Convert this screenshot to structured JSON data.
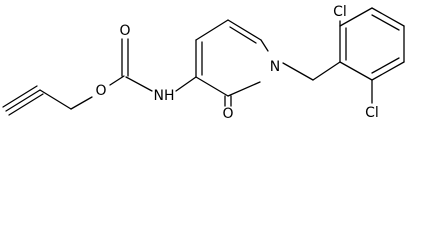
{
  "molecule": {
    "atoms": {
      "o_ester": "O",
      "o_carbonyl": "O",
      "nh": "NH",
      "n_ring": "N",
      "o_ring": "O",
      "cl_top": "Cl",
      "cl_bottom": "Cl"
    }
  }
}
